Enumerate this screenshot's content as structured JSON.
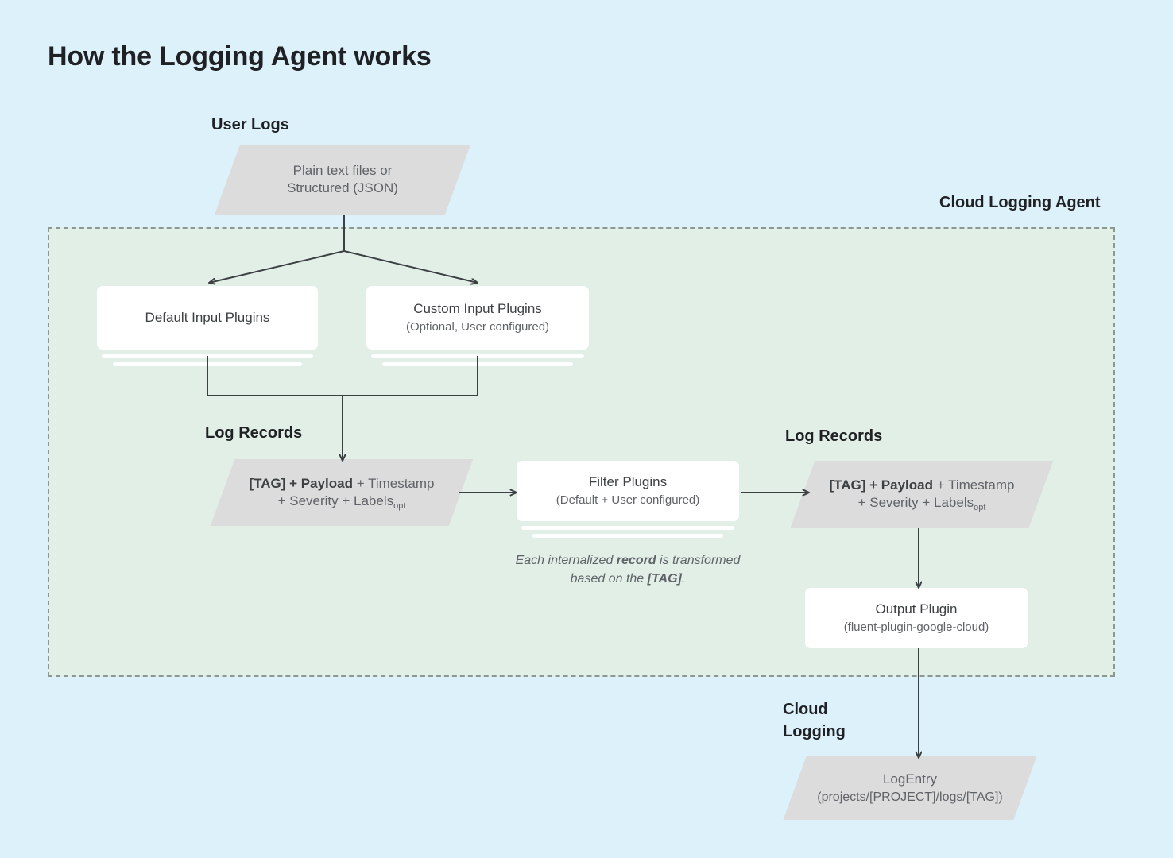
{
  "page": {
    "title": "How the Logging Agent works",
    "background_color": "#ddf1fb",
    "agent_region_color": "#e2efe7",
    "node_fill_color": "#dcdcdc",
    "card_fill_color": "#ffffff",
    "line_color": "#3c4043",
    "text_color": "#5f6368",
    "heading_color": "#202124"
  },
  "labels": {
    "user_logs": "User Logs",
    "cloud_logging_agent": "Cloud Logging Agent",
    "log_records_left": "Log Records",
    "log_records_right": "Log Records",
    "cloud_logging": "Cloud\nLogging"
  },
  "nodes": {
    "user_logs_source": {
      "shape": "parallelogram",
      "line1": "Plain text files or",
      "line2": "Structured (JSON)"
    },
    "default_input_plugins": {
      "shape": "stacked-card",
      "title": "Default Input Plugins",
      "subtitle": ""
    },
    "custom_input_plugins": {
      "shape": "stacked-card",
      "title": "Custom Input Plugins",
      "subtitle": "(Optional, User configured)"
    },
    "log_record_left": {
      "shape": "parallelogram",
      "bold_part": "[TAG] + Payload",
      "rest_part": " + Timestamp",
      "line2_prefix": "+ Severity + Labels",
      "line2_subscript": "opt"
    },
    "filter_plugins": {
      "shape": "stacked-card",
      "title": "Filter Plugins",
      "subtitle": "(Default + User configured)"
    },
    "log_record_right": {
      "shape": "parallelogram",
      "bold_part": "[TAG] + Payload",
      "rest_part": " + Timestamp",
      "line2_prefix": "+ Severity + Labels",
      "line2_subscript": "opt"
    },
    "output_plugin": {
      "shape": "card",
      "title": "Output Plugin",
      "subtitle": "(fluent-plugin-google-cloud)"
    },
    "log_entry": {
      "shape": "parallelogram",
      "title": "LogEntry",
      "subtitle": "(projects/[PROJECT]/logs/[TAG])"
    }
  },
  "annotations": {
    "transform_note_part1": "Each internalized ",
    "transform_note_bold1": "record",
    "transform_note_part2": " is transformed based on the ",
    "transform_note_bold2": "[TAG]",
    "transform_note_part3": "."
  }
}
